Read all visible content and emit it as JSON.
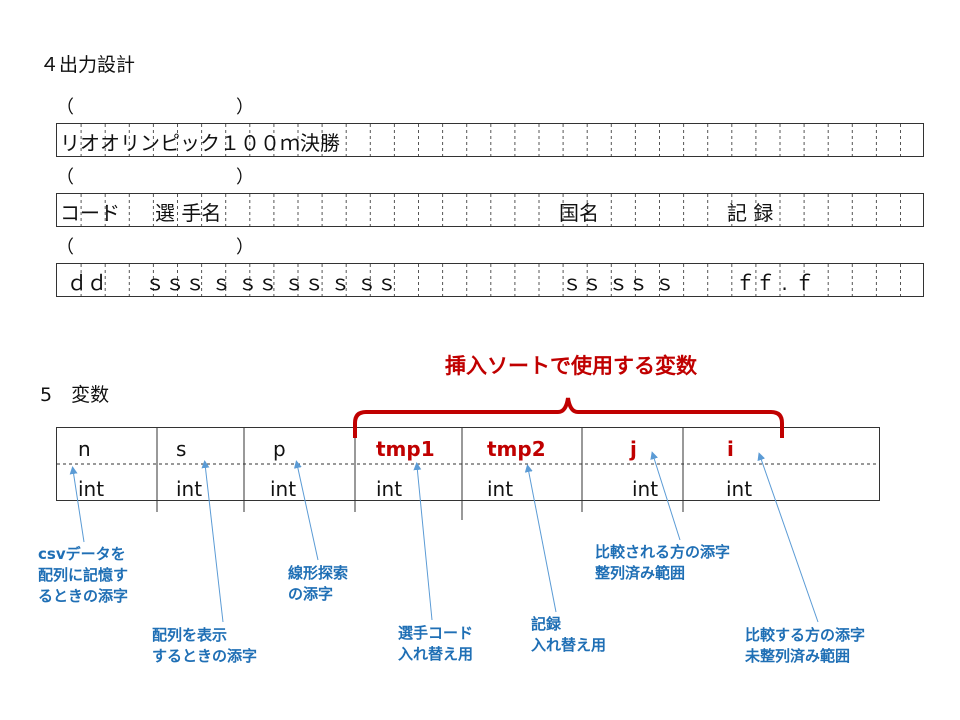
{
  "output_design": {
    "heading": "４出力設計",
    "paren_label": "（　　　　　　　　　）",
    "row1_text": "リオオリンピック１００ｍ決勝",
    "row2_code": "コード",
    "row2_player": "選 手名",
    "row2_country": "国名",
    "row2_record": "記 録",
    "row3_code": "ｄｄ",
    "row3_player": "ｓｓｓ ｓ ｓｓ ｓｓ ｓ ｓｓ",
    "row3_country": "ｓｓ ｓｓ ｓ",
    "row3_record": "ｆｆ .  ｆ"
  },
  "variables": {
    "heading": "5　変数",
    "sort_title": "挿入ソートで使用する変数",
    "columns": [
      {
        "name": "n",
        "type": "int",
        "highlight": false
      },
      {
        "name": "s",
        "type": "int",
        "highlight": false
      },
      {
        "name": "p",
        "type": "int",
        "highlight": false
      },
      {
        "name": "tmp1",
        "type": "int",
        "highlight": true
      },
      {
        "name": "tmp2",
        "type": "int",
        "highlight": true
      },
      {
        "name": "j",
        "type": "int",
        "highlight": true
      },
      {
        "name": "i",
        "type": "int",
        "highlight": true
      }
    ]
  },
  "annotations": {
    "n": "csvデータを\n配列に記憶す\nるときの添字",
    "s": "配列を表示\nするときの添字",
    "p": "線形探索\nの添字",
    "tmp1": "選手コード\n入れ替え用",
    "tmp2": "記録\n入れ替え用",
    "j": "比較される方の添字\n整列済み範囲",
    "i": "比較する方の添字\n未整列済み範囲"
  },
  "colors": {
    "accent_red": "#c00000",
    "annotation_blue": "#1f6fb5",
    "arrow_blue": "#5b9bd5"
  }
}
